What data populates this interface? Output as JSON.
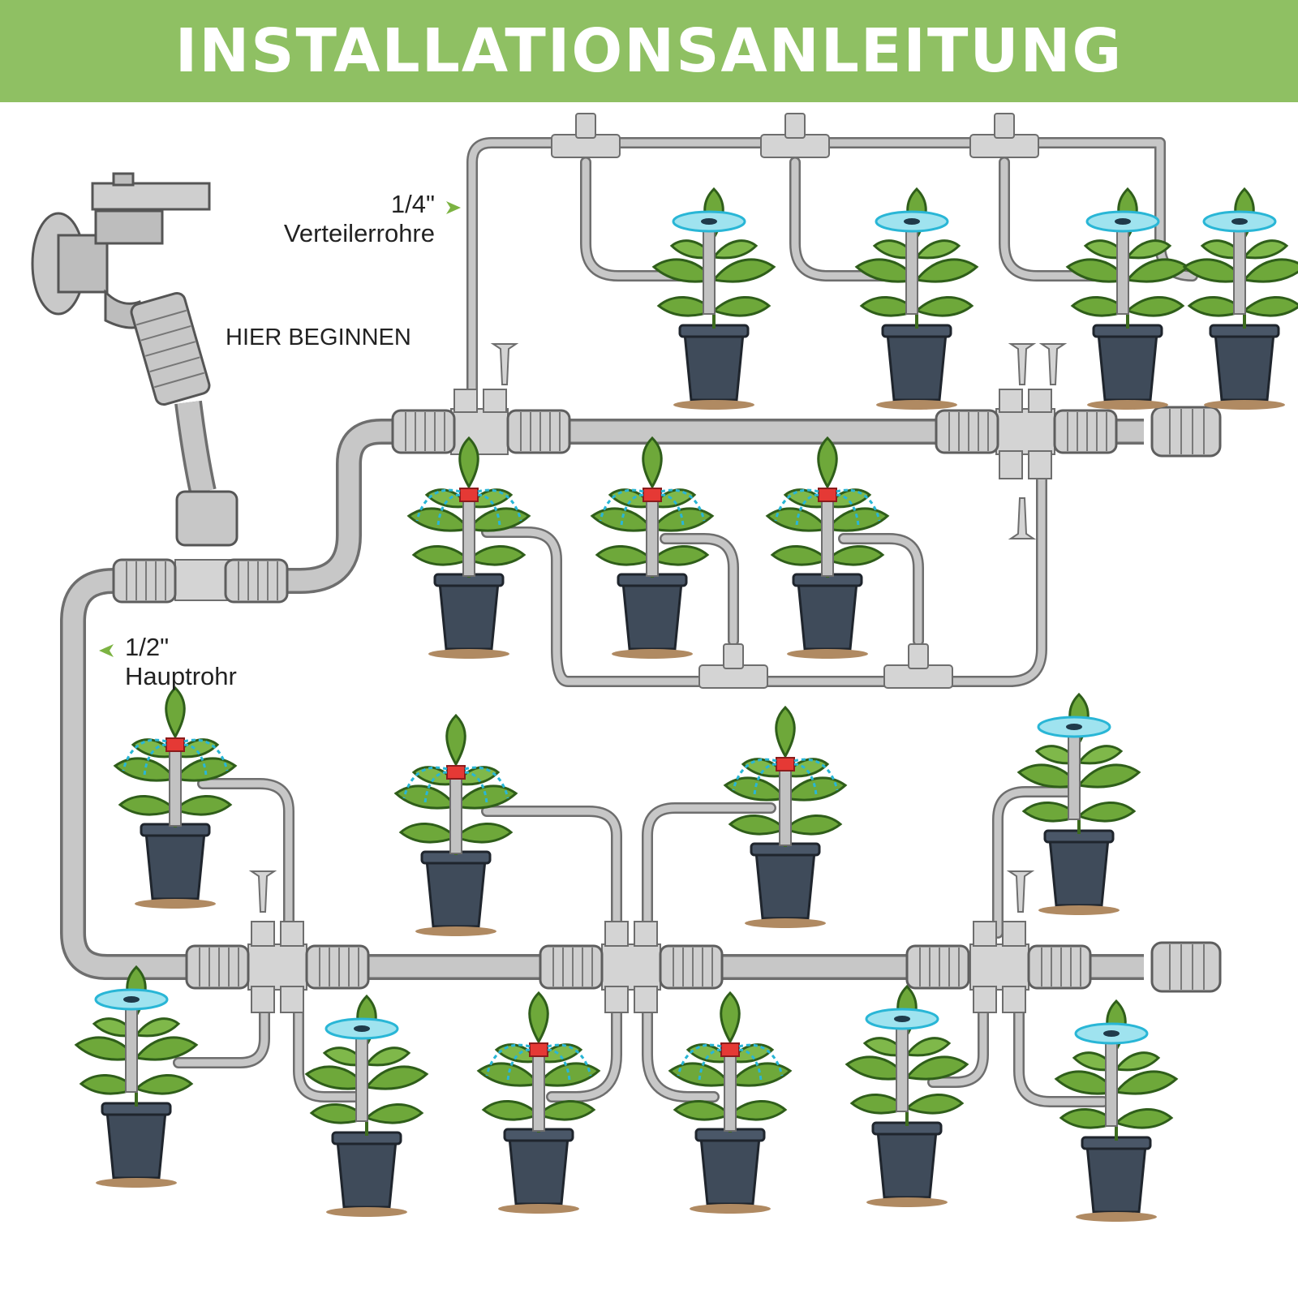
{
  "header": {
    "title": "INSTALLATIONSANLEITUNG",
    "background": "#8fc063"
  },
  "labels": {
    "distribution": {
      "size": "1/4\"",
      "name": "Verteilerrohre"
    },
    "start": "HIER BEGINNEN",
    "main": {
      "size": "1/2\"",
      "name": "Hauptrohr"
    }
  },
  "colors": {
    "pipe": "#c7c7c7",
    "pipe_outline": "#6e6e6e",
    "fitting": "#d4d4d4",
    "pot": "#3f4b5a",
    "leaf": "#6ea83a",
    "leaf_dark": "#2f5e1a",
    "dripper_red": "#e53935",
    "water": "#29b6d6",
    "arrow": "#7cb342"
  },
  "icons": [
    "faucet-icon",
    "hose-connector-icon",
    "tee-connector-icon",
    "end-cap-icon",
    "stake-icon",
    "potted-plant-icon",
    "dripper-icon",
    "sprinkler-icon"
  ]
}
